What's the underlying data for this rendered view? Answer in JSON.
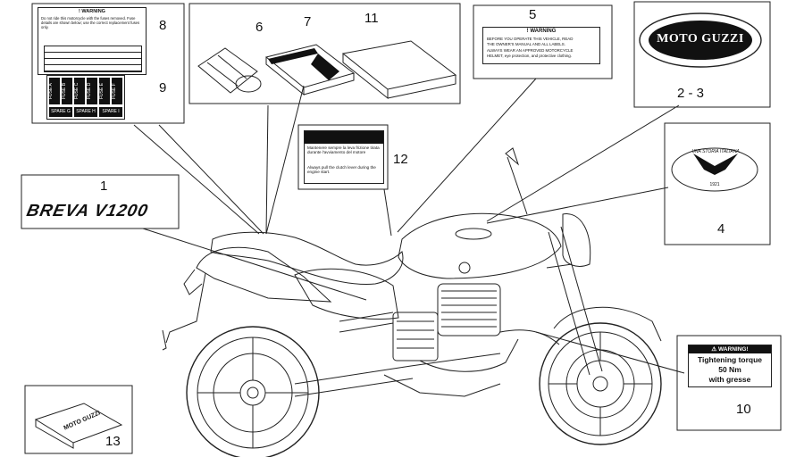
{
  "callouts": [
    "1",
    "2 - 3",
    "4",
    "5",
    "6",
    "7",
    "8",
    "9",
    "10",
    "11",
    "12",
    "13"
  ],
  "label_8": {
    "warning_title": "! WARNING",
    "body": "Do not ride this motorcycle with the fuses removed. Fuse details are shown below; use the correct replacement fuses only."
  },
  "fuses": [
    "FUSE A",
    "FUSE B",
    "FUSE C",
    "FUSE D",
    "FUSE E",
    "FUSE F"
  ],
  "spares": [
    "SPARE G",
    "SPARE H",
    "SPARE I"
  ],
  "brand_logo": "BREVA V1200",
  "oval_logo": "MOTO GUZZI",
  "round_logo_top": "UNA STORIA ITALIANA",
  "round_logo_bottom": "1921",
  "label_5": {
    "title": "! WARNING",
    "lines": [
      "BEFORE YOU OPERATE THIS VEHICLE, READ",
      "THE OWNER'S MANUAL AND ALL LABELS.",
      "ALWAYS WEAR AN APPROVED MOTORCYCLE",
      "HELMET, eye protection, and protective clothing."
    ]
  },
  "label_12": {
    "line_it": "Mantenere sempre la leva frizione tirata durante l'avviamento del motore",
    "line_en": "Always pull the clutch lever during the engine start."
  },
  "label_10": {
    "title": "⚠ WARNING!",
    "line1": "Tightening torque",
    "line2": "50 Nm",
    "line3": "with gresse"
  },
  "bag_logo": "MOTO GUZZI"
}
